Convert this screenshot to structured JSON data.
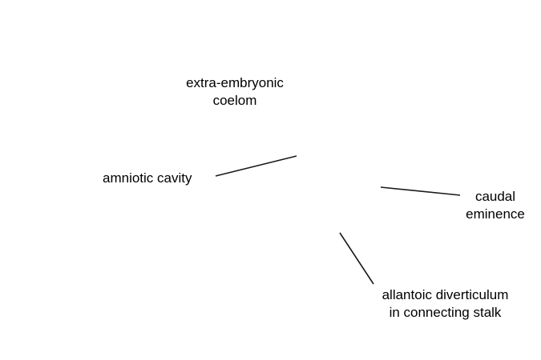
{
  "diagram": {
    "labels": {
      "coelom": [
        "extra-embryonic",
        "coelom"
      ],
      "amniotic": [
        "amniotic cavity"
      ],
      "caudal": [
        "caudal",
        "eminence"
      ],
      "allantoic": [
        "allantoic diverticulum",
        "in connecting stalk"
      ]
    },
    "line_color": "#1a1a1a",
    "text_color": "#000000",
    "background": "#ffffff"
  }
}
